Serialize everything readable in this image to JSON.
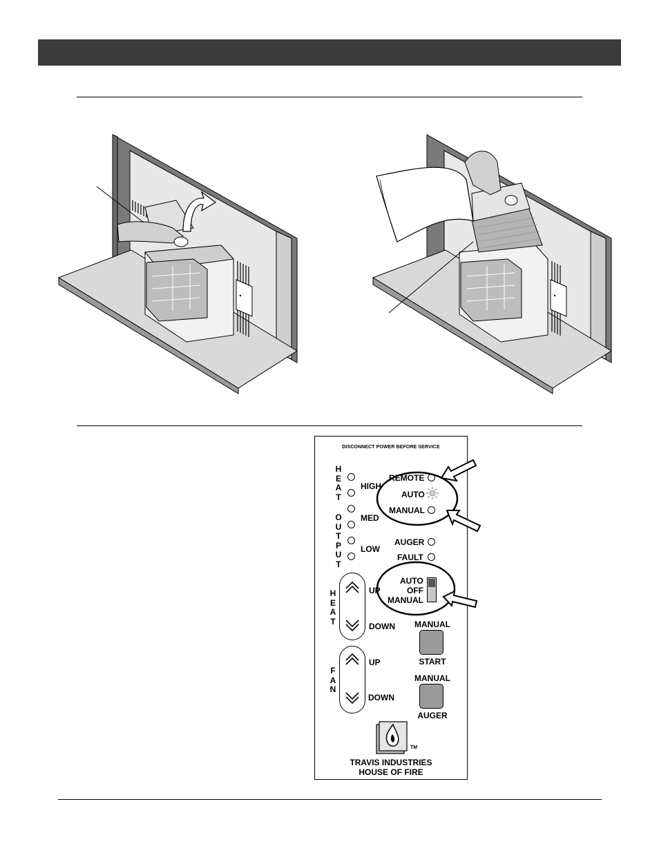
{
  "panel": {
    "warning": "DISCONNECT POWER BEFORE SERVICE",
    "heat_output_vertical_1": "HEAT",
    "heat_output_vertical_2": "OUTPUT",
    "level_high": "HIGH",
    "level_med": "MED",
    "level_low": "LOW",
    "status_remote": "REMOTE",
    "status_auto": "AUTO",
    "status_manual": "MANUAL",
    "status_auger": "AUGER",
    "status_fault": "FAULT",
    "switch_auto": "AUTO",
    "switch_off": "OFF",
    "switch_manual": "MANUAL",
    "heat_vertical": "HEAT",
    "heat_up": "UP",
    "heat_down": "DOWN",
    "fan_vertical": "FAN",
    "fan_up": "UP",
    "fan_down": "DOWN",
    "manual_start_top": "MANUAL",
    "manual_start_bottom": "START",
    "manual_auger_top": "MANUAL",
    "manual_auger_bottom": "AUGER",
    "trademark": "TM",
    "brand_line1": "TRAVIS INDUSTRIES",
    "brand_line2": "HOUSE OF FIRE"
  },
  "colors": {
    "header_bar": "#3b3b3b",
    "button_fill": "#9a9a9a",
    "illustration_gray": "#d9d9d9",
    "illustration_dark": "#7a7a7a"
  },
  "icons": [
    "hand-icon",
    "curved-arrow-icon",
    "fuel-bag-icon",
    "arrow-pointer-icon",
    "flame-logo-icon",
    "chevron-up-icon",
    "chevron-down-icon"
  ]
}
